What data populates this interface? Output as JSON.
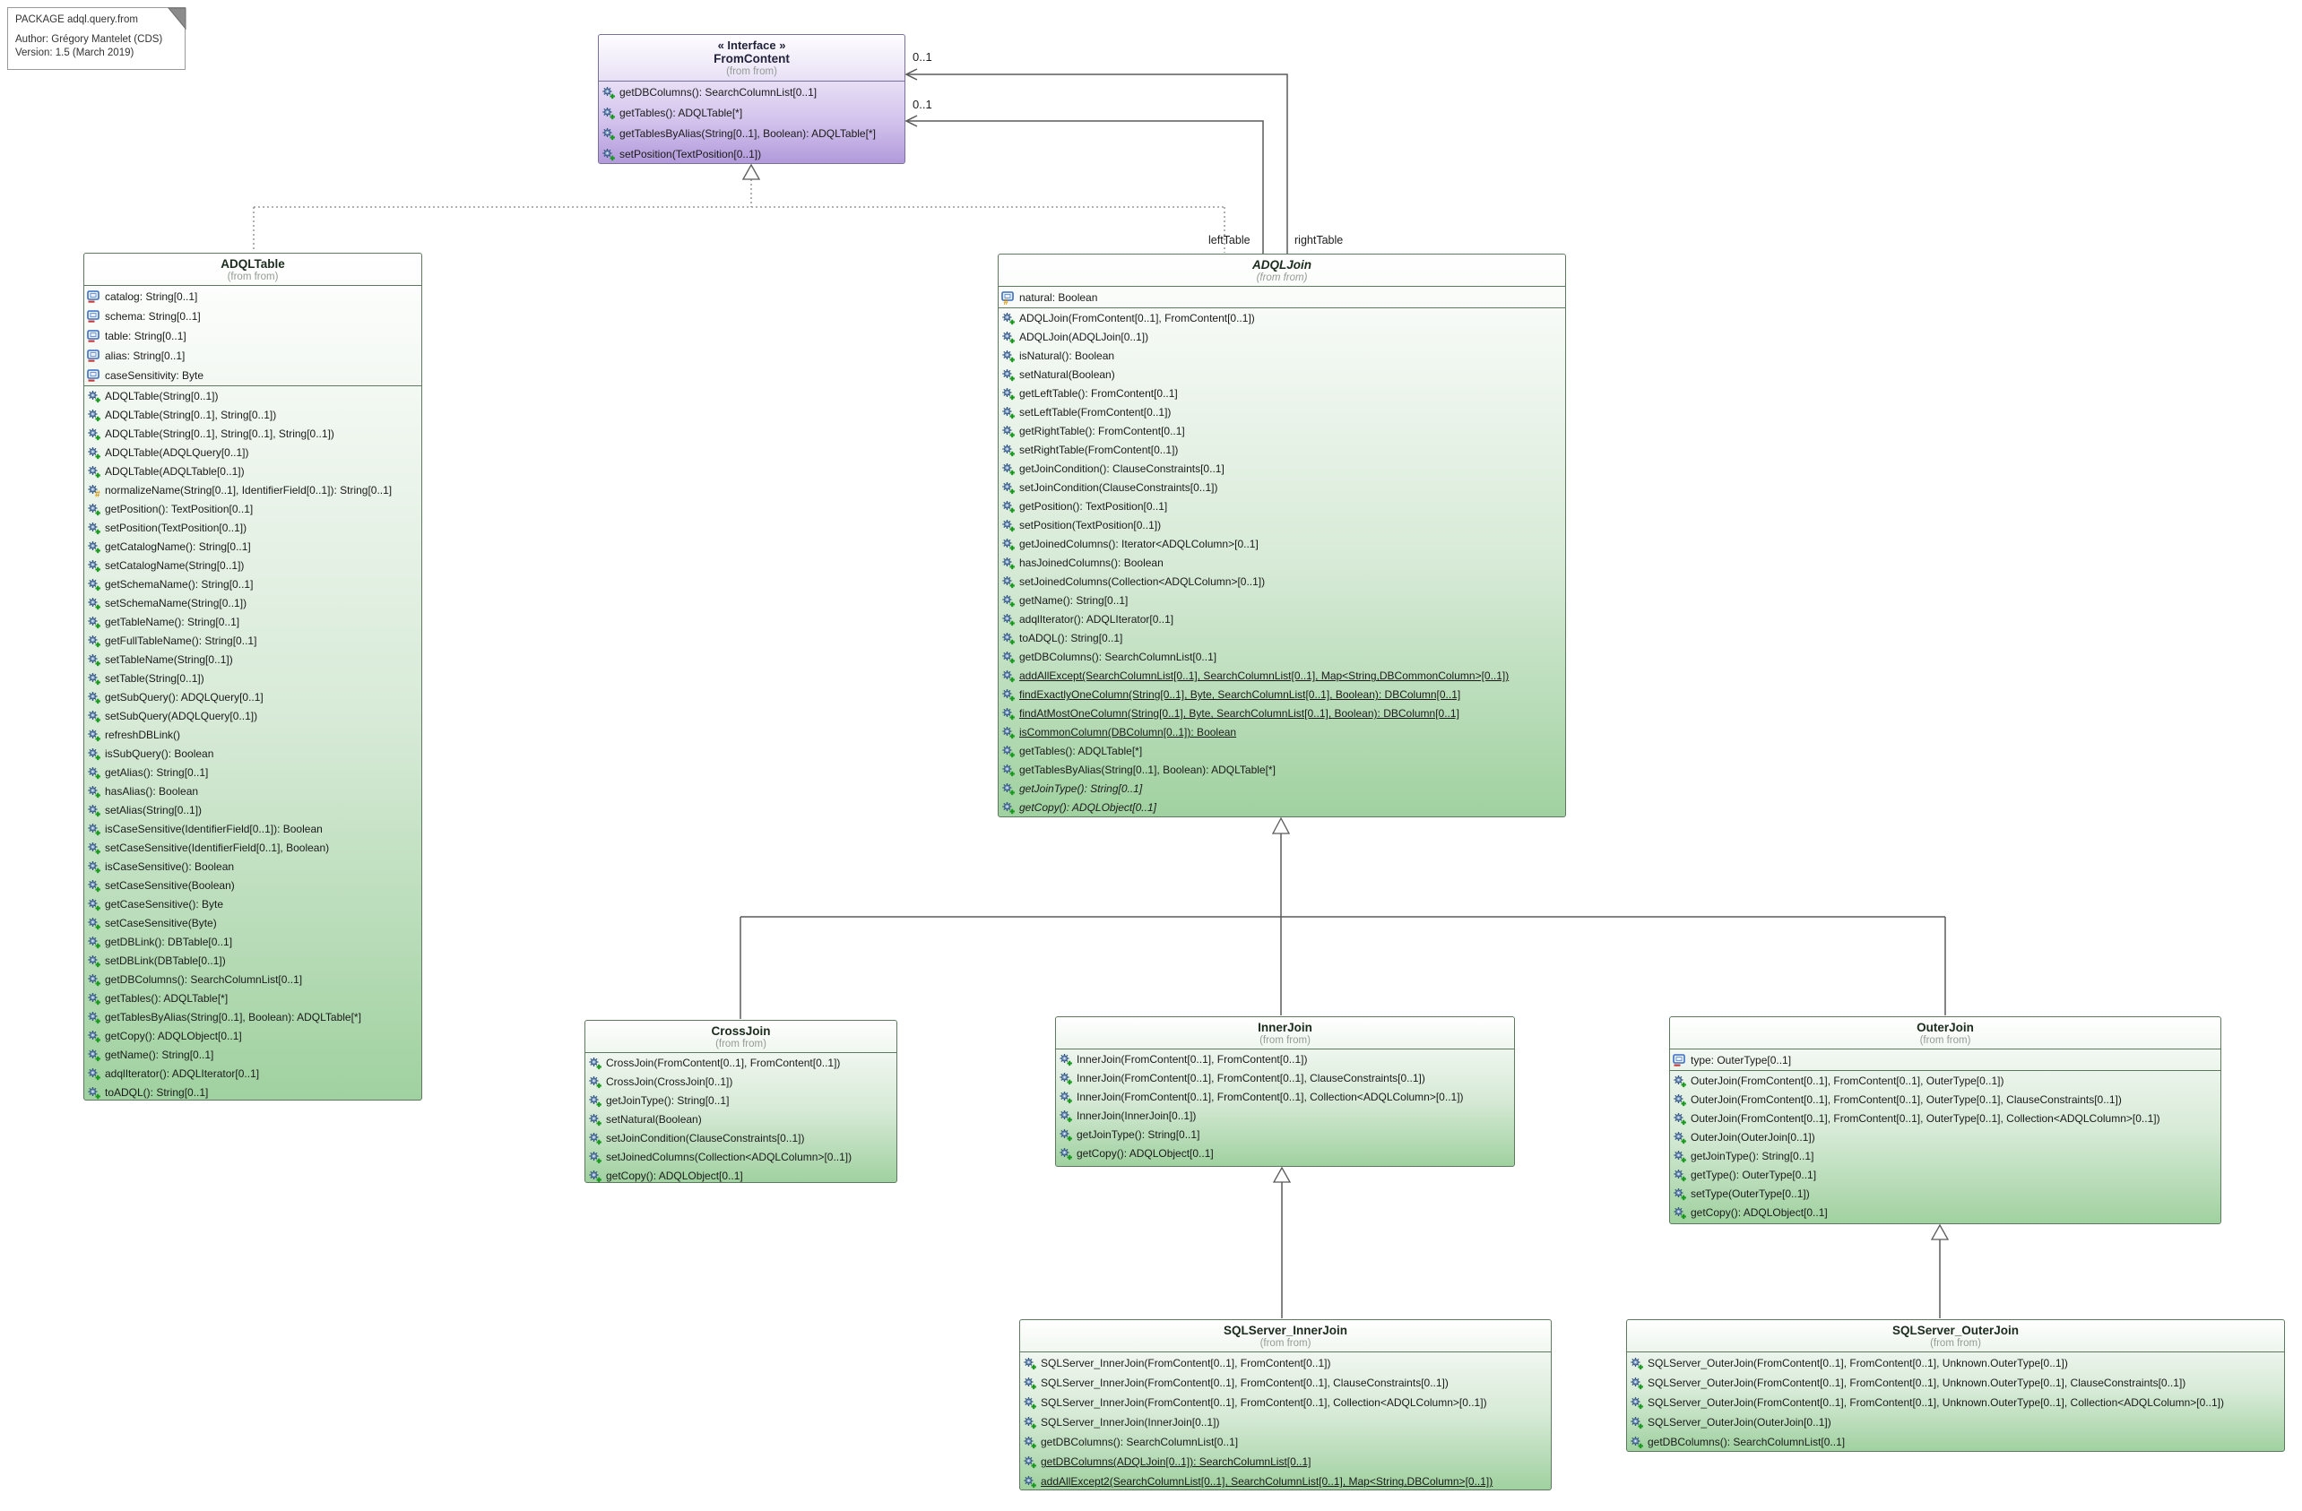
{
  "note": {
    "title": "PACKAGE adql.query.from",
    "author": "Author: Grégory Mantelet (CDS)",
    "version": "Version: 1.5 (March 2019)"
  },
  "edge_labels": {
    "right_multiplicity": "0..1",
    "left_multiplicity": "0..1",
    "left_role": "leftTable",
    "right_role": "rightTable"
  },
  "colors": {
    "class_border": "#5d7a5f",
    "interface_border": "#79719c",
    "class_fill_bottom": "#a0d1a0",
    "interface_fill_bottom": "#b29adb",
    "line": "#5a5a5a"
  },
  "classes": [
    {
      "id": "FromContent",
      "stereotype": "« Interface »",
      "name": "FromContent",
      "location": "(from from)",
      "abstract": false,
      "attributes": [],
      "methods": [
        {
          "text": "getDBColumns(): SearchColumnList[0..1]",
          "icon": "method-public"
        },
        {
          "text": "getTables(): ADQLTable[*]",
          "icon": "method-public"
        },
        {
          "text": "getTablesByAlias(String[0..1], Boolean): ADQLTable[*]",
          "icon": "method-public"
        },
        {
          "text": "setPosition(TextPosition[0..1])",
          "icon": "method-public"
        }
      ]
    },
    {
      "id": "ADQLTable",
      "stereotype": null,
      "name": "ADQLTable",
      "location": "(from from)",
      "abstract": false,
      "attributes": [
        {
          "text": "catalog: String[0..1]",
          "icon": "attr-private"
        },
        {
          "text": "schema: String[0..1]",
          "icon": "attr-private"
        },
        {
          "text": "table: String[0..1]",
          "icon": "attr-private"
        },
        {
          "text": "alias: String[0..1]",
          "icon": "attr-private"
        },
        {
          "text": "caseSensitivity: Byte",
          "icon": "attr-private"
        }
      ],
      "methods": [
        {
          "text": "ADQLTable(String[0..1])",
          "icon": "method-public"
        },
        {
          "text": "ADQLTable(String[0..1], String[0..1])",
          "icon": "method-public"
        },
        {
          "text": "ADQLTable(String[0..1], String[0..1], String[0..1])",
          "icon": "method-public"
        },
        {
          "text": "ADQLTable(ADQLQuery[0..1])",
          "icon": "method-public"
        },
        {
          "text": "ADQLTable(ADQLTable[0..1])",
          "icon": "method-public"
        },
        {
          "text": "normalizeName(String[0..1], IdentifierField[0..1]): String[0..1]",
          "icon": "method-protected"
        },
        {
          "text": "getPosition(): TextPosition[0..1]",
          "icon": "method-public"
        },
        {
          "text": "setPosition(TextPosition[0..1])",
          "icon": "method-public"
        },
        {
          "text": "getCatalogName(): String[0..1]",
          "icon": "method-public"
        },
        {
          "text": "setCatalogName(String[0..1])",
          "icon": "method-public"
        },
        {
          "text": "getSchemaName(): String[0..1]",
          "icon": "method-public"
        },
        {
          "text": "setSchemaName(String[0..1])",
          "icon": "method-public"
        },
        {
          "text": "getTableName(): String[0..1]",
          "icon": "method-public"
        },
        {
          "text": "getFullTableName(): String[0..1]",
          "icon": "method-public"
        },
        {
          "text": "setTableName(String[0..1])",
          "icon": "method-public"
        },
        {
          "text": "setTable(String[0..1])",
          "icon": "method-public"
        },
        {
          "text": "getSubQuery(): ADQLQuery[0..1]",
          "icon": "method-public"
        },
        {
          "text": "setSubQuery(ADQLQuery[0..1])",
          "icon": "method-public"
        },
        {
          "text": "refreshDBLink()",
          "icon": "method-public"
        },
        {
          "text": "isSubQuery(): Boolean",
          "icon": "method-public"
        },
        {
          "text": "getAlias(): String[0..1]",
          "icon": "method-public"
        },
        {
          "text": "hasAlias(): Boolean",
          "icon": "method-public"
        },
        {
          "text": "setAlias(String[0..1])",
          "icon": "method-public"
        },
        {
          "text": "isCaseSensitive(IdentifierField[0..1]): Boolean",
          "icon": "method-public"
        },
        {
          "text": "setCaseSensitive(IdentifierField[0..1], Boolean)",
          "icon": "method-public"
        },
        {
          "text": "isCaseSensitive(): Boolean",
          "icon": "method-public"
        },
        {
          "text": "setCaseSensitive(Boolean)",
          "icon": "method-public"
        },
        {
          "text": "getCaseSensitive(): Byte",
          "icon": "method-public"
        },
        {
          "text": "setCaseSensitive(Byte)",
          "icon": "method-public"
        },
        {
          "text": "getDBLink(): DBTable[0..1]",
          "icon": "method-public"
        },
        {
          "text": "setDBLink(DBTable[0..1])",
          "icon": "method-public"
        },
        {
          "text": "getDBColumns(): SearchColumnList[0..1]",
          "icon": "method-public"
        },
        {
          "text": "getTables(): ADQLTable[*]",
          "icon": "method-public"
        },
        {
          "text": "getTablesByAlias(String[0..1], Boolean): ADQLTable[*]",
          "icon": "method-public"
        },
        {
          "text": "getCopy(): ADQLObject[0..1]",
          "icon": "method-public"
        },
        {
          "text": "getName(): String[0..1]",
          "icon": "method-public"
        },
        {
          "text": "adqlIterator(): ADQLIterator[0..1]",
          "icon": "method-public"
        },
        {
          "text": "toADQL(): String[0..1]",
          "icon": "method-public"
        }
      ]
    },
    {
      "id": "ADQLJoin",
      "stereotype": null,
      "name": "ADQLJoin",
      "location": "(from from)",
      "abstract": true,
      "attributes": [
        {
          "text": "natural: Boolean",
          "icon": "attr-protected"
        }
      ],
      "methods": [
        {
          "text": "ADQLJoin(FromContent[0..1], FromContent[0..1])",
          "icon": "method-public"
        },
        {
          "text": "ADQLJoin(ADQLJoin[0..1])",
          "icon": "method-public"
        },
        {
          "text": "isNatural(): Boolean",
          "icon": "method-public"
        },
        {
          "text": "setNatural(Boolean)",
          "icon": "method-public"
        },
        {
          "text": "getLeftTable(): FromContent[0..1]",
          "icon": "method-public"
        },
        {
          "text": "setLeftTable(FromContent[0..1])",
          "icon": "method-public"
        },
        {
          "text": "getRightTable(): FromContent[0..1]",
          "icon": "method-public"
        },
        {
          "text": "setRightTable(FromContent[0..1])",
          "icon": "method-public"
        },
        {
          "text": "getJoinCondition(): ClauseConstraints[0..1]",
          "icon": "method-public"
        },
        {
          "text": "setJoinCondition(ClauseConstraints[0..1])",
          "icon": "method-public"
        },
        {
          "text": "getPosition(): TextPosition[0..1]",
          "icon": "method-public"
        },
        {
          "text": "setPosition(TextPosition[0..1])",
          "icon": "method-public"
        },
        {
          "text": "getJoinedColumns(): Iterator<ADQLColumn>[0..1]",
          "icon": "method-public"
        },
        {
          "text": "hasJoinedColumns(): Boolean",
          "icon": "method-public"
        },
        {
          "text": "setJoinedColumns(Collection<ADQLColumn>[0..1])",
          "icon": "method-public"
        },
        {
          "text": "getName(): String[0..1]",
          "icon": "method-public"
        },
        {
          "text": "adqlIterator(): ADQLIterator[0..1]",
          "icon": "method-public"
        },
        {
          "text": "toADQL(): String[0..1]",
          "icon": "method-public"
        },
        {
          "text": "getDBColumns(): SearchColumnList[0..1]",
          "icon": "method-public"
        },
        {
          "text": "addAllExcept(SearchColumnList[0..1], SearchColumnList[0..1], Map<String,DBCommonColumn>[0..1])",
          "icon": "method-public",
          "static": true
        },
        {
          "text": "findExactlyOneColumn(String[0..1], Byte, SearchColumnList[0..1], Boolean): DBColumn[0..1]",
          "icon": "method-public",
          "static": true
        },
        {
          "text": "findAtMostOneColumn(String[0..1], Byte, SearchColumnList[0..1], Boolean): DBColumn[0..1]",
          "icon": "method-public",
          "static": true
        },
        {
          "text": "isCommonColumn(DBColumn[0..1]): Boolean",
          "icon": "method-public",
          "static": true
        },
        {
          "text": "getTables(): ADQLTable[*]",
          "icon": "method-public"
        },
        {
          "text": "getTablesByAlias(String[0..1], Boolean): ADQLTable[*]",
          "icon": "method-public"
        },
        {
          "text": "getJoinType(): String[0..1]",
          "icon": "method-public",
          "italic": true
        },
        {
          "text": "getCopy(): ADQLObject[0..1]",
          "icon": "method-public",
          "italic": true
        }
      ]
    },
    {
      "id": "CrossJoin",
      "stereotype": null,
      "name": "CrossJoin",
      "location": "(from from)",
      "abstract": false,
      "attributes": [],
      "methods": [
        {
          "text": "CrossJoin(FromContent[0..1], FromContent[0..1])",
          "icon": "method-public"
        },
        {
          "text": "CrossJoin(CrossJoin[0..1])",
          "icon": "method-public"
        },
        {
          "text": "getJoinType(): String[0..1]",
          "icon": "method-public"
        },
        {
          "text": "setNatural(Boolean)",
          "icon": "method-public"
        },
        {
          "text": "setJoinCondition(ClauseConstraints[0..1])",
          "icon": "method-public"
        },
        {
          "text": "setJoinedColumns(Collection<ADQLColumn>[0..1])",
          "icon": "method-public"
        },
        {
          "text": "getCopy(): ADQLObject[0..1]",
          "icon": "method-public"
        }
      ]
    },
    {
      "id": "InnerJoin",
      "stereotype": null,
      "name": "InnerJoin",
      "location": "(from from)",
      "abstract": false,
      "attributes": [],
      "methods": [
        {
          "text": "InnerJoin(FromContent[0..1], FromContent[0..1])",
          "icon": "method-public"
        },
        {
          "text": "InnerJoin(FromContent[0..1], FromContent[0..1], ClauseConstraints[0..1])",
          "icon": "method-public"
        },
        {
          "text": "InnerJoin(FromContent[0..1], FromContent[0..1], Collection<ADQLColumn>[0..1])",
          "icon": "method-public"
        },
        {
          "text": "InnerJoin(InnerJoin[0..1])",
          "icon": "method-public"
        },
        {
          "text": "getJoinType(): String[0..1]",
          "icon": "method-public"
        },
        {
          "text": "getCopy(): ADQLObject[0..1]",
          "icon": "method-public"
        }
      ]
    },
    {
      "id": "OuterJoin",
      "stereotype": null,
      "name": "OuterJoin",
      "location": "(from from)",
      "abstract": false,
      "attributes": [
        {
          "text": "type: OuterType[0..1]",
          "icon": "attr-private"
        }
      ],
      "methods": [
        {
          "text": "OuterJoin(FromContent[0..1], FromContent[0..1], OuterType[0..1])",
          "icon": "method-public"
        },
        {
          "text": "OuterJoin(FromContent[0..1], FromContent[0..1], OuterType[0..1], ClauseConstraints[0..1])",
          "icon": "method-public"
        },
        {
          "text": "OuterJoin(FromContent[0..1], FromContent[0..1], OuterType[0..1], Collection<ADQLColumn>[0..1])",
          "icon": "method-public"
        },
        {
          "text": "OuterJoin(OuterJoin[0..1])",
          "icon": "method-public"
        },
        {
          "text": "getJoinType(): String[0..1]",
          "icon": "method-public"
        },
        {
          "text": "getType(): OuterType[0..1]",
          "icon": "method-public"
        },
        {
          "text": "setType(OuterType[0..1])",
          "icon": "method-public"
        },
        {
          "text": "getCopy(): ADQLObject[0..1]",
          "icon": "method-public"
        }
      ]
    },
    {
      "id": "SQLServer_InnerJoin",
      "stereotype": null,
      "name": "SQLServer_InnerJoin",
      "location": "(from from)",
      "abstract": false,
      "attributes": [],
      "methods": [
        {
          "text": "SQLServer_InnerJoin(FromContent[0..1], FromContent[0..1])",
          "icon": "method-public"
        },
        {
          "text": "SQLServer_InnerJoin(FromContent[0..1], FromContent[0..1], ClauseConstraints[0..1])",
          "icon": "method-public"
        },
        {
          "text": "SQLServer_InnerJoin(FromContent[0..1], FromContent[0..1], Collection<ADQLColumn>[0..1])",
          "icon": "method-public"
        },
        {
          "text": "SQLServer_InnerJoin(InnerJoin[0..1])",
          "icon": "method-public"
        },
        {
          "text": "getDBColumns(): SearchColumnList[0..1]",
          "icon": "method-public"
        },
        {
          "text": "getDBColumns(ADQLJoin[0..1]): SearchColumnList[0..1]",
          "icon": "method-public",
          "static": true
        },
        {
          "text": "addAllExcept2(SearchColumnList[0..1], SearchColumnList[0..1], Map<String,DBColumn>[0..1])",
          "icon": "method-public",
          "static": true
        }
      ]
    },
    {
      "id": "SQLServer_OuterJoin",
      "stereotype": null,
      "name": "SQLServer_OuterJoin",
      "location": "(from from)",
      "abstract": false,
      "attributes": [],
      "methods": [
        {
          "text": "SQLServer_OuterJoin(FromContent[0..1], FromContent[0..1], Unknown.OuterType[0..1])",
          "icon": "method-public"
        },
        {
          "text": "SQLServer_OuterJoin(FromContent[0..1], FromContent[0..1], Unknown.OuterType[0..1], ClauseConstraints[0..1])",
          "icon": "method-public"
        },
        {
          "text": "SQLServer_OuterJoin(FromContent[0..1], FromContent[0..1], Unknown.OuterType[0..1], Collection<ADQLColumn>[0..1])",
          "icon": "method-public"
        },
        {
          "text": "SQLServer_OuterJoin(OuterJoin[0..1])",
          "icon": "method-public"
        },
        {
          "text": "getDBColumns(): SearchColumnList[0..1]",
          "icon": "method-public"
        }
      ]
    }
  ]
}
